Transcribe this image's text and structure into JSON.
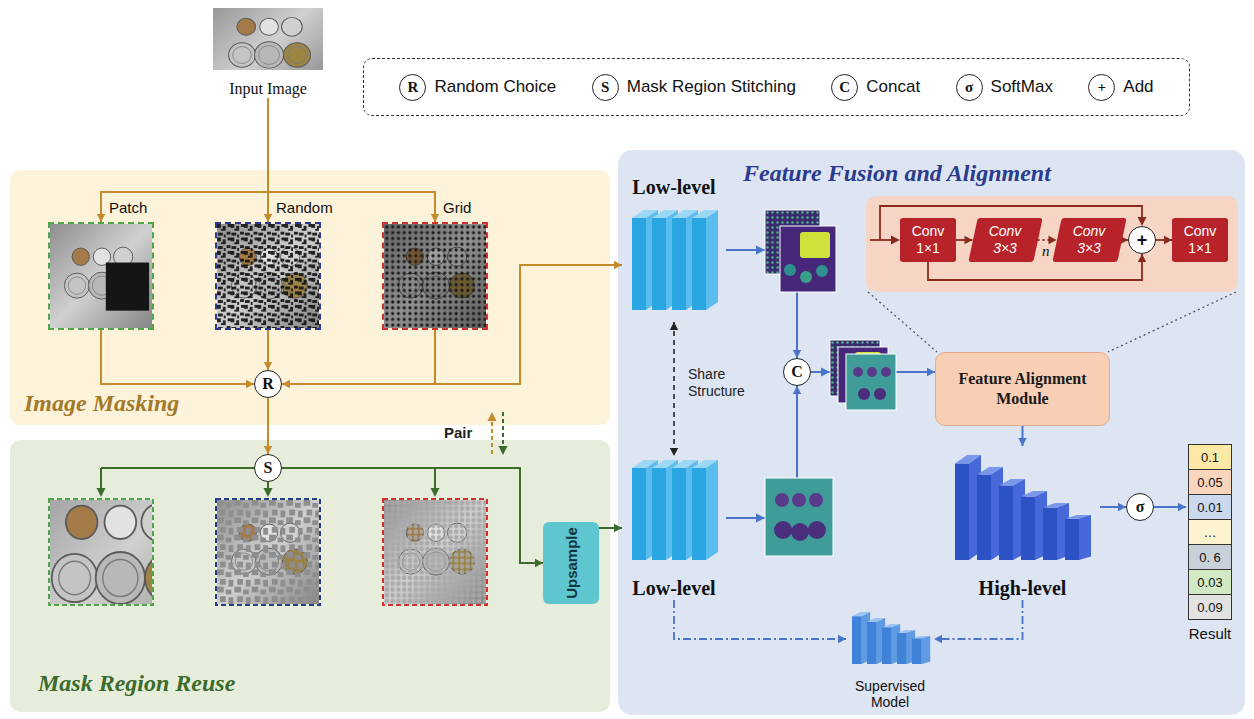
{
  "diagram": {
    "nodes": [
      {
        "text": [
          "Input Image"
        ]
      },
      {
        "text": [
          "Image Masking"
        ]
      },
      {
        "text": [
          "Patch"
        ],
        "in": 1
      },
      {
        "text": [
          "Random"
        ],
        "in": 1
      },
      {
        "text": [
          "Grid"
        ],
        "in": 1
      },
      {
        "text": [
          "R"
        ],
        "in": 1
      },
      {
        "text": [
          "Mask Region Reuse"
        ]
      },
      {
        "text": [
          "S"
        ],
        "in": 6
      },
      {
        "text": [
          "Upsample"
        ],
        "in": 6
      },
      {
        "text": [
          "Feature Fusion and Alignment"
        ]
      },
      {
        "text": [
          "Low-level"
        ],
        "in": 9
      },
      {
        "text": [
          "Low-level"
        ],
        "in": 9
      },
      {
        "text": [
          "C"
        ],
        "in": 9
      },
      {
        "text": [
          "Conv 1×1"
        ],
        "in": 9
      },
      {
        "text": [
          "Conv 3×3"
        ],
        "in": 9
      },
      {
        "text": [
          "Conv 3×3"
        ],
        "in": 9
      },
      {
        "text": [
          "+"
        ],
        "in": 9
      },
      {
        "text": [
          "Conv 1×1"
        ],
        "in": 9
      },
      {
        "text": [
          "Feature Alignment Module"
        ],
        "in": 9
      },
      {
        "text": [
          "High-level"
        ],
        "in": 9
      },
      {
        "text": [
          "σ"
        ],
        "in": 9
      },
      {
        "text": [
          "Result"
        ],
        "in": 9
      },
      {
        "text": [
          "0.1"
        ],
        "in": 21
      },
      {
        "text": [
          "0.05"
        ],
        "in": 21
      },
      {
        "text": [
          "0.01"
        ],
        "in": 21
      },
      {
        "text": [
          "…"
        ],
        "in": 21
      },
      {
        "text": [
          "0. 6"
        ],
        "in": 21
      },
      {
        "text": [
          "0.03"
        ],
        "in": 21
      },
      {
        "text": [
          "0.09"
        ],
        "in": 21
      },
      {
        "text": [
          "Supervised Model"
        ],
        "in": 9
      }
    ],
    "edges": [
      {
        "from": 0,
        "to": 2,
        "arrow": "to"
      },
      {
        "from": 0,
        "to": 3,
        "arrow": "to"
      },
      {
        "from": 0,
        "to": 4,
        "arrow": "to"
      },
      {
        "from": 2,
        "to": 5,
        "arrow": "to"
      },
      {
        "from": 3,
        "to": 5,
        "arrow": "to"
      },
      {
        "from": 4,
        "to": 5,
        "arrow": "to"
      },
      {
        "from": 5,
        "to": 7,
        "arrow": "to"
      },
      {
        "from": 5,
        "to": 10,
        "arrow": "to"
      },
      {
        "from": 7,
        "to": 8,
        "arrow": "to"
      },
      {
        "from": 8,
        "to": 11,
        "arrow": "to"
      },
      {
        "from": 10,
        "to": 11,
        "arrow": "both",
        "label": "Share Structure"
      },
      {
        "from": 10,
        "to": 12,
        "arrow": "to"
      },
      {
        "from": 11,
        "to": 12,
        "arrow": "to"
      },
      {
        "from": 12,
        "to": 18,
        "arrow": "to"
      },
      {
        "from": 13,
        "to": 14,
        "arrow": "to"
      },
      {
        "from": 14,
        "to": 15,
        "arrow": "to"
      },
      {
        "from": 15,
        "to": 16,
        "arrow": "to"
      },
      {
        "from": 16,
        "to": 17,
        "arrow": "to"
      },
      {
        "from": 13,
        "to": 16,
        "arrow": "to"
      },
      {
        "from": 18,
        "to": 19,
        "arrow": "to"
      },
      {
        "from": 19,
        "to": 20,
        "arrow": "to"
      },
      {
        "from": 20,
        "to": 21,
        "arrow": "to"
      },
      {
        "from": 11,
        "to": 29,
        "arrow": "to"
      },
      {
        "from": 19,
        "to": 29,
        "arrow": "to"
      }
    ],
    "labels": [
      "R",
      "S",
      "C",
      "σ",
      "+",
      "Pair",
      "n"
    ],
    "legend": [
      {
        "text": "Random Choice"
      },
      {
        "text": "Mask Region Stitching"
      },
      {
        "text": "Concat"
      },
      {
        "text": "SoftMax"
      },
      {
        "text": "Add"
      }
    ]
  }
}
